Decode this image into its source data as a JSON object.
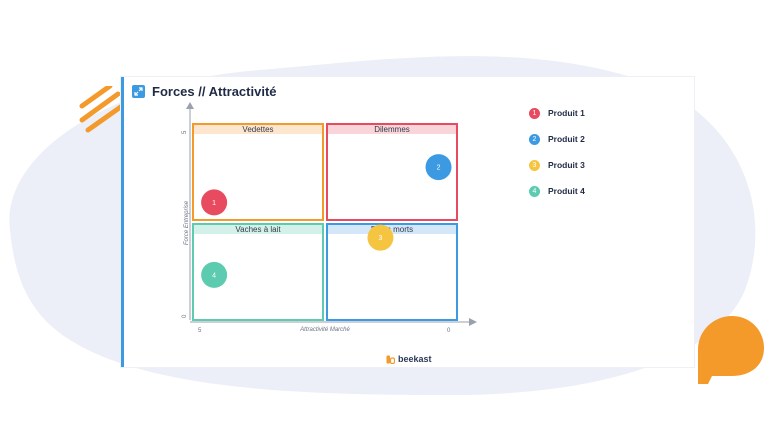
{
  "card": {
    "title": "Forces // Attractivité"
  },
  "colors": {
    "accent": "#3b9ae1",
    "orange": "#f39a2b",
    "red": "#e84a5f",
    "blue": "#3b9ae1",
    "yellow": "#f5c542",
    "teal": "#5ccbb0",
    "background_blob": "#eceef8"
  },
  "matrix": {
    "axes": {
      "x_label": "Attractivité Marché",
      "y_label": "Force Entreprise",
      "x_ticks": [
        "5",
        "0"
      ],
      "y_ticks": [
        "5",
        "0"
      ]
    },
    "quadrants": [
      {
        "label": "Vedettes",
        "color": "#f39a2b",
        "header_bg": "#fde6cf"
      },
      {
        "label": "Dilemmes",
        "color": "#e84a5f",
        "header_bg": "#f9d5da"
      },
      {
        "label": "Vaches à lait",
        "color": "#5ccbb0",
        "header_bg": "#d4f1e9"
      },
      {
        "label": "Poids morts",
        "color": "#3b9ae1",
        "header_bg": "#d3e7f8"
      }
    ]
  },
  "legend": {
    "items": [
      {
        "number": "1",
        "label": "Produit 1",
        "color": "#e84a5f"
      },
      {
        "number": "2",
        "label": "Produit 2",
        "color": "#3b9ae1"
      },
      {
        "number": "3",
        "label": "Produit 3",
        "color": "#f5c542"
      },
      {
        "number": "4",
        "label": "Produit 4",
        "color": "#5ccbb0"
      }
    ]
  },
  "products": [
    {
      "number": "1",
      "color": "#e84a5f",
      "attractivite": 4.6,
      "force": 3.0
    },
    {
      "number": "2",
      "color": "#3b9ae1",
      "attractivite": 0.35,
      "force": 3.9
    },
    {
      "number": "3",
      "color": "#f5c542",
      "attractivite": 1.45,
      "force": 2.1
    },
    {
      "number": "4",
      "color": "#5ccbb0",
      "attractivite": 4.6,
      "force": 1.15
    }
  ],
  "brand": {
    "name": "beekast"
  }
}
